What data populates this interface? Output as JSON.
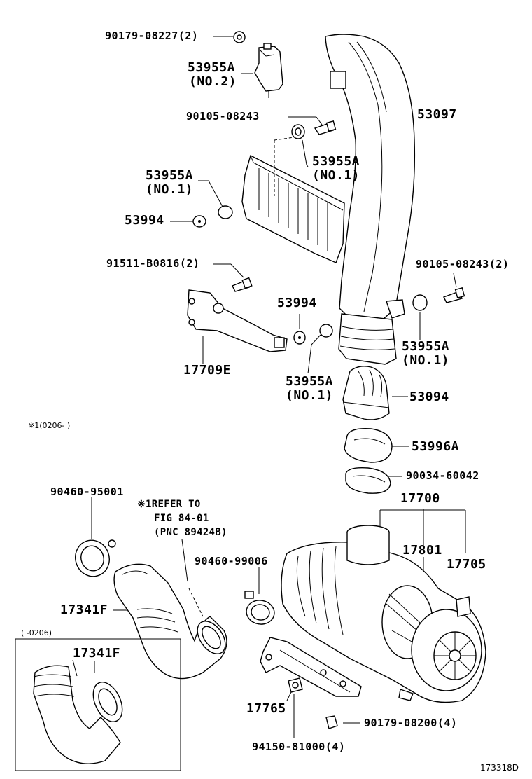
{
  "labels": {
    "p90179_08227": "90179-08227(2)",
    "p53955a_top": "53955A",
    "no2": "(NO.2)",
    "p90105_08243": "90105-08243",
    "p53097": "53097",
    "p53955a_no1_a": "53955A",
    "no1_a": "(NO.1)",
    "p53955a_left": "53955A",
    "no1_left": "(NO.1)",
    "p53994_left": "53994",
    "p91511": "91511-B0816(2)",
    "p90105_08243_2": "90105-08243(2)",
    "p53994_mid": "53994",
    "p53955a_right": "53955A",
    "no1_right": "(NO.1)",
    "p17709e": "17709E",
    "p53955a_mid": "53955A",
    "no1_mid": "(NO.1)",
    "p53094": "53094",
    "note_0206": "※1(0206-    )",
    "p53996a": "53996A",
    "p90034": "90034-60042",
    "p90460_95001": "90460-95001",
    "refer1": "※1REFER TO",
    "refer2": "FIG 84-01",
    "refer3": "(PNC 89424B)",
    "p17700": "17700",
    "p90460_99006": "90460-99006",
    "p17801": "17801",
    "p17705": "17705",
    "p17341f_main": "17341F",
    "box_period": "(    -0206)",
    "p17341f_box": "17341F",
    "p17765": "17765",
    "p90179_08200": "90179-08200(4)",
    "p94150": "94150-81000(4)",
    "figure_id": "173318D"
  }
}
